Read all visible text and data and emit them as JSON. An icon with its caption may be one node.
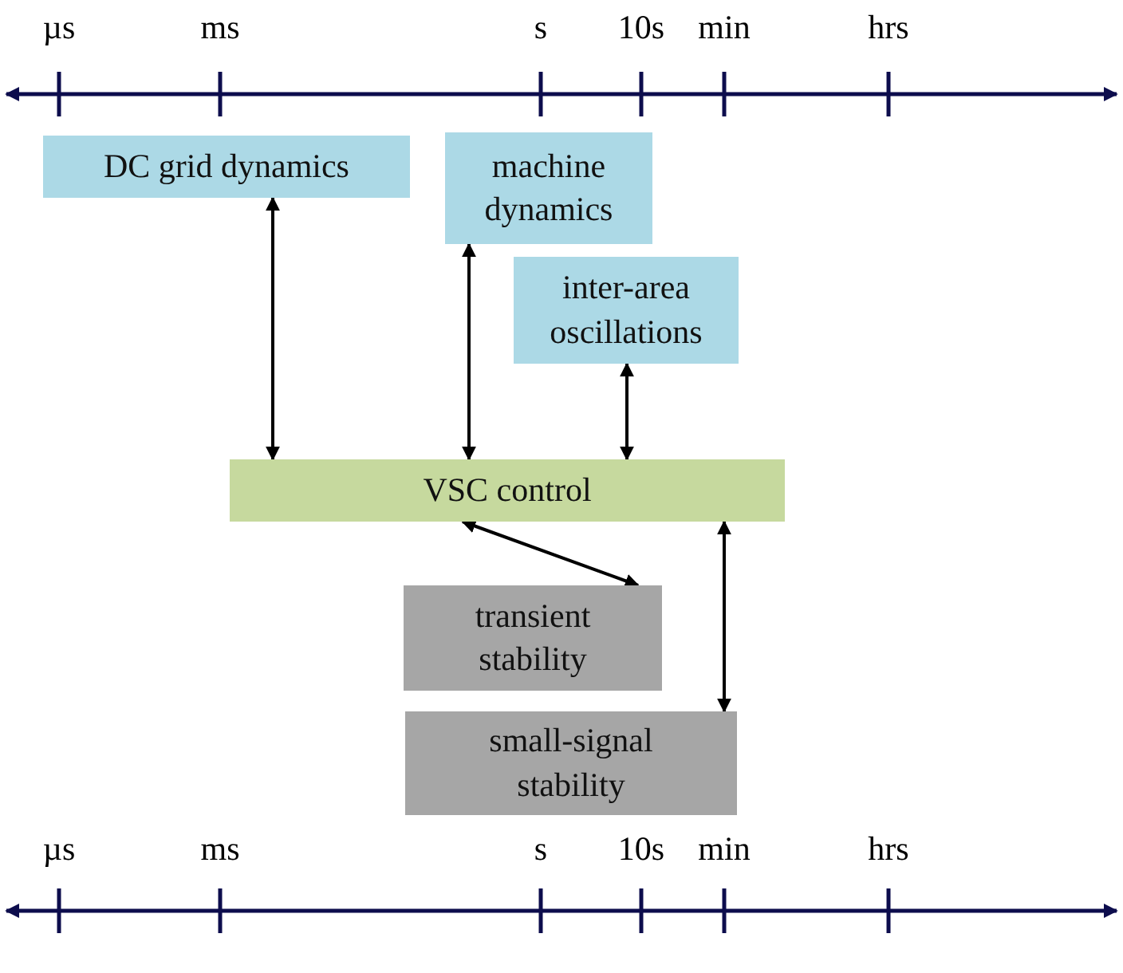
{
  "diagram": {
    "nodes": [
      {
        "text": [
          "DC grid dynamics"
        ]
      },
      {
        "text": [
          "machine dynamics"
        ]
      },
      {
        "text": [
          "inter-area oscillations"
        ]
      },
      {
        "text": [
          "VSC control"
        ]
      },
      {
        "text": [
          "transient stability"
        ]
      },
      {
        "text": [
          "small-signal stability"
        ]
      }
    ],
    "edges": [
      {
        "from": 0,
        "to": 3,
        "arrow": "both"
      },
      {
        "from": 1,
        "to": 3,
        "arrow": "both"
      },
      {
        "from": 2,
        "to": 3,
        "arrow": "both"
      },
      {
        "from": 3,
        "to": 4,
        "arrow": "both"
      },
      {
        "from": 3,
        "to": 5,
        "arrow": "both"
      }
    ],
    "labels": [
      "µs",
      "ms",
      "s",
      "10s",
      "min",
      "hrs",
      "µs",
      "ms",
      "s",
      "10s",
      "min",
      "hrs"
    ]
  }
}
